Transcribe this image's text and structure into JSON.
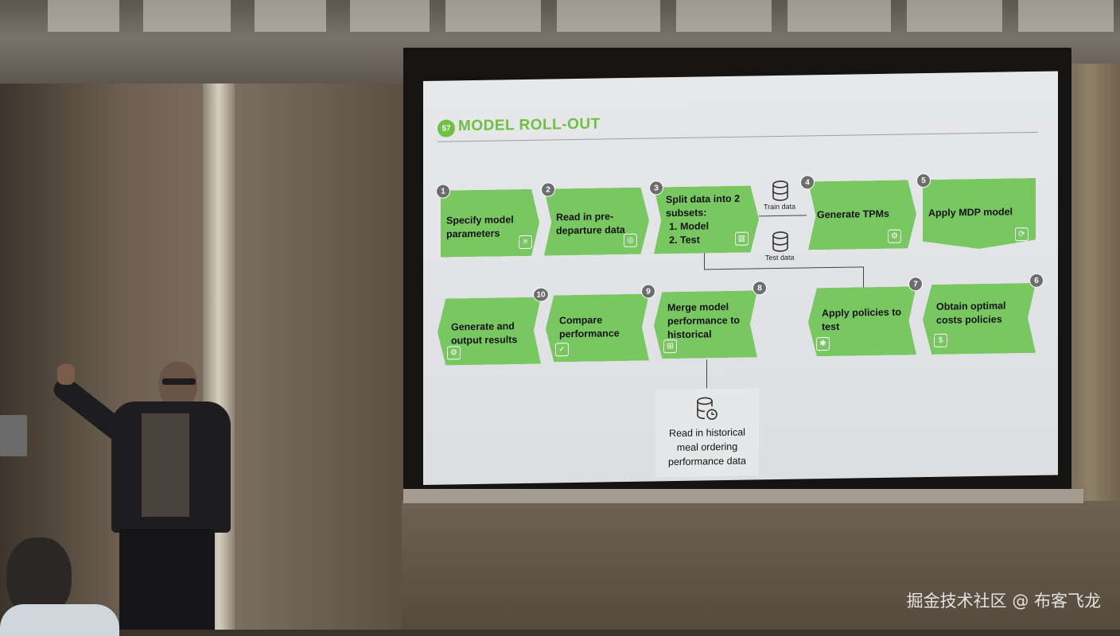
{
  "slide": {
    "logo": "57",
    "title": "MODEL ROLL-OUT",
    "steps": [
      {
        "num": "1",
        "label": "Specify model parameters"
      },
      {
        "num": "2",
        "label": "Read in pre-departure data"
      },
      {
        "num": "3",
        "label": "Split data into 2 subsets:",
        "items": [
          "Model",
          "Test"
        ]
      },
      {
        "num": "4",
        "label": "Generate TPMs"
      },
      {
        "num": "5",
        "label": "Apply MDP model"
      },
      {
        "num": "6",
        "label": "Obtain optimal costs policies"
      },
      {
        "num": "7",
        "label": "Apply policies to test"
      },
      {
        "num": "8",
        "label": "Merge model performance to historical"
      },
      {
        "num": "9",
        "label": "Compare performance"
      },
      {
        "num": "10",
        "label": "Generate and output results"
      }
    ],
    "train_label": "Train data",
    "test_label": "Test data",
    "historical_label": "Read in historical meal ordering performance data"
  },
  "watermark": "掘金技术社区 @ 布客飞龙",
  "colors": {
    "accent": "#6fbf44",
    "step_fill": "#78c760",
    "badge": "#6d6d6d"
  }
}
